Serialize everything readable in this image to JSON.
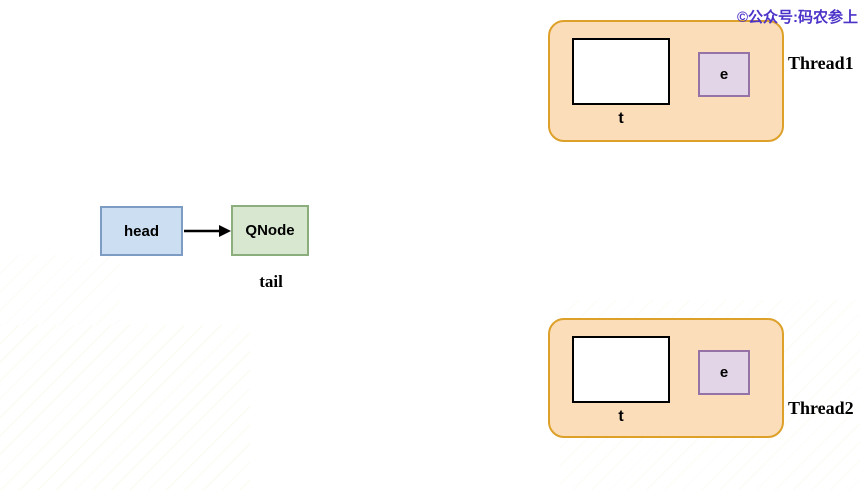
{
  "watermark": {
    "text": "©公众号:码农参上"
  },
  "queue": {
    "head_label": "head",
    "qnode_label": "QNode",
    "tail_label": "tail"
  },
  "threads": [
    {
      "name": "Thread1",
      "node_label": "t",
      "element_label": "e"
    },
    {
      "name": "Thread2",
      "node_label": "t",
      "element_label": "e"
    }
  ],
  "colors": {
    "container_fill": "#fbddba",
    "container_border": "#dda029",
    "node_rect_border": "#000000",
    "element_fill": "#e1d5e7",
    "element_border": "#9673a6",
    "head_fill": "#ccdff2",
    "head_border": "#7d9cc4",
    "qnode_fill": "#d8e8d0",
    "qnode_border": "#8cad7c",
    "arrow_color": "#000000",
    "watermark_color": "#4b32c8"
  }
}
